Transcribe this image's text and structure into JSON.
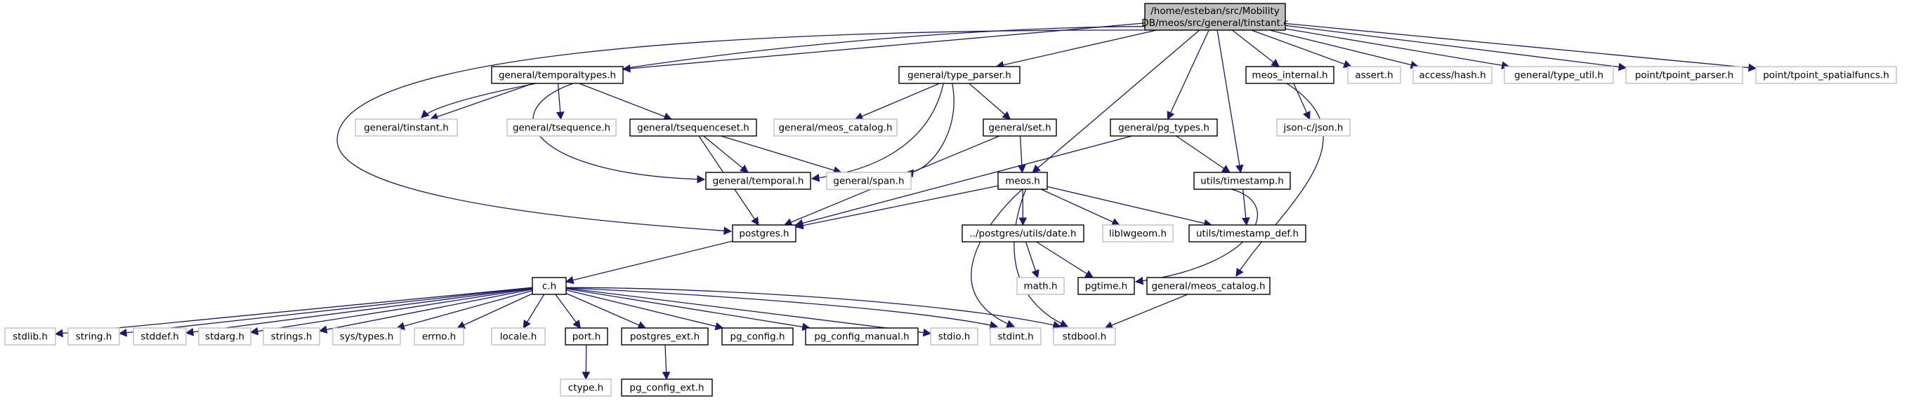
{
  "nodes": [
    {
      "id": "tinstant_c",
      "label_lines": [
        "/home/esteban/src/Mobility",
        "DB/meos/src/general/tinstant.c"
      ],
      "kind": "root"
    },
    {
      "id": "general_temporaltypes_h",
      "label_lines": [
        "general/temporaltypes.h"
      ],
      "kind": "documented"
    },
    {
      "id": "general_type_parser_h",
      "label_lines": [
        "general/type_parser.h"
      ],
      "kind": "documented"
    },
    {
      "id": "meos_internal_h",
      "label_lines": [
        "meos_internal.h"
      ],
      "kind": "documented"
    },
    {
      "id": "assert_h",
      "label_lines": [
        "assert.h"
      ],
      "kind": "external"
    },
    {
      "id": "access_hash_h",
      "label_lines": [
        "access/hash.h"
      ],
      "kind": "external"
    },
    {
      "id": "general_type_util_h",
      "label_lines": [
        "general/type_util.h"
      ],
      "kind": "external"
    },
    {
      "id": "point_tpoint_parser_h",
      "label_lines": [
        "point/tpoint_parser.h"
      ],
      "kind": "external"
    },
    {
      "id": "point_tpoint_spatialfuncs_h",
      "label_lines": [
        "point/tpoint_spatialfuncs.h"
      ],
      "kind": "external"
    },
    {
      "id": "general_tinstant_h",
      "label_lines": [
        "general/tinstant.h"
      ],
      "kind": "external"
    },
    {
      "id": "general_tsequence_h",
      "label_lines": [
        "general/tsequence.h"
      ],
      "kind": "external"
    },
    {
      "id": "general_tsequenceset_h",
      "label_lines": [
        "general/tsequenceset.h"
      ],
      "kind": "documented"
    },
    {
      "id": "general_meos_catalog_h_ext",
      "label_lines": [
        "general/meos_catalog.h"
      ],
      "kind": "external"
    },
    {
      "id": "general_set_h",
      "label_lines": [
        "general/set.h"
      ],
      "kind": "documented"
    },
    {
      "id": "general_pg_types_h",
      "label_lines": [
        "general/pg_types.h"
      ],
      "kind": "documented"
    },
    {
      "id": "json_c_json_h",
      "label_lines": [
        "json-c/json.h"
      ],
      "kind": "external"
    },
    {
      "id": "general_temporal_h",
      "label_lines": [
        "general/temporal.h"
      ],
      "kind": "documented"
    },
    {
      "id": "general_span_h",
      "label_lines": [
        "general/span.h"
      ],
      "kind": "external"
    },
    {
      "id": "meos_h",
      "label_lines": [
        "meos.h"
      ],
      "kind": "documented"
    },
    {
      "id": "utils_timestamp_h",
      "label_lines": [
        "utils/timestamp.h"
      ],
      "kind": "documented"
    },
    {
      "id": "postgres_h",
      "label_lines": [
        "postgres.h"
      ],
      "kind": "documented"
    },
    {
      "id": "postgres_utils_date_h",
      "label_lines": [
        "../postgres/utils/date.h"
      ],
      "kind": "documented"
    },
    {
      "id": "liblwgeom_h",
      "label_lines": [
        "liblwgeom.h"
      ],
      "kind": "external"
    },
    {
      "id": "utils_timestamp_def_h",
      "label_lines": [
        "utils/timestamp_def.h"
      ],
      "kind": "documented"
    },
    {
      "id": "math_h",
      "label_lines": [
        "math.h"
      ],
      "kind": "external"
    },
    {
      "id": "pgtime_h",
      "label_lines": [
        "pgtime.h"
      ],
      "kind": "documented"
    },
    {
      "id": "general_meos_catalog_h",
      "label_lines": [
        "general/meos_catalog.h"
      ],
      "kind": "documented"
    },
    {
      "id": "c_h",
      "label_lines": [
        "c.h"
      ],
      "kind": "documented"
    },
    {
      "id": "stdlib_h",
      "label_lines": [
        "stdlib.h"
      ],
      "kind": "external"
    },
    {
      "id": "string_h",
      "label_lines": [
        "string.h"
      ],
      "kind": "external"
    },
    {
      "id": "stddef_h",
      "label_lines": [
        "stddef.h"
      ],
      "kind": "external"
    },
    {
      "id": "stdarg_h",
      "label_lines": [
        "stdarg.h"
      ],
      "kind": "external"
    },
    {
      "id": "strings_h",
      "label_lines": [
        "strings.h"
      ],
      "kind": "external"
    },
    {
      "id": "sys_types_h",
      "label_lines": [
        "sys/types.h"
      ],
      "kind": "external"
    },
    {
      "id": "errno_h",
      "label_lines": [
        "errno.h"
      ],
      "kind": "external"
    },
    {
      "id": "locale_h",
      "label_lines": [
        "locale.h"
      ],
      "kind": "external"
    },
    {
      "id": "port_h",
      "label_lines": [
        "port.h"
      ],
      "kind": "documented"
    },
    {
      "id": "postgres_ext_h",
      "label_lines": [
        "postgres_ext.h"
      ],
      "kind": "documented"
    },
    {
      "id": "pg_config_h",
      "label_lines": [
        "pg_config.h"
      ],
      "kind": "documented"
    },
    {
      "id": "pg_config_manual_h",
      "label_lines": [
        "pg_config_manual.h"
      ],
      "kind": "documented"
    },
    {
      "id": "stdio_h",
      "label_lines": [
        "stdio.h"
      ],
      "kind": "external"
    },
    {
      "id": "stdint_h",
      "label_lines": [
        "stdint.h"
      ],
      "kind": "external"
    },
    {
      "id": "stdbool_h",
      "label_lines": [
        "stdbool.h"
      ],
      "kind": "external"
    },
    {
      "id": "ctype_h",
      "label_lines": [
        "ctype.h"
      ],
      "kind": "external"
    },
    {
      "id": "pg_config_ext_h",
      "label_lines": [
        "pg_config_ext.h"
      ],
      "kind": "documented"
    }
  ],
  "edges": [
    {
      "from": "tinstant_c",
      "to": "general_temporaltypes_h"
    },
    {
      "from": "tinstant_c",
      "to": "general_type_parser_h"
    },
    {
      "from": "tinstant_c",
      "to": "meos_internal_h"
    },
    {
      "from": "tinstant_c",
      "to": "assert_h"
    },
    {
      "from": "tinstant_c",
      "to": "access_hash_h"
    },
    {
      "from": "tinstant_c",
      "to": "general_type_util_h"
    },
    {
      "from": "tinstant_c",
      "to": "point_tpoint_parser_h"
    },
    {
      "from": "tinstant_c",
      "to": "point_tpoint_spatialfuncs_h"
    },
    {
      "from": "tinstant_c",
      "to": "general_tinstant_h"
    },
    {
      "from": "tinstant_c",
      "to": "postgres_h"
    },
    {
      "from": "tinstant_c",
      "to": "meos_h"
    },
    {
      "from": "tinstant_c",
      "to": "general_pg_types_h"
    },
    {
      "from": "tinstant_c",
      "to": "utils_timestamp_h"
    },
    {
      "from": "general_temporaltypes_h",
      "to": "general_tinstant_h"
    },
    {
      "from": "general_temporaltypes_h",
      "to": "general_tsequence_h"
    },
    {
      "from": "general_temporaltypes_h",
      "to": "general_tsequenceset_h"
    },
    {
      "from": "general_temporaltypes_h",
      "to": "general_temporal_h"
    },
    {
      "from": "general_type_parser_h",
      "to": "general_meos_catalog_h_ext"
    },
    {
      "from": "general_type_parser_h",
      "to": "general_set_h"
    },
    {
      "from": "general_type_parser_h",
      "to": "general_temporal_h"
    },
    {
      "from": "general_type_parser_h",
      "to": "general_span_h"
    },
    {
      "from": "general_tsequenceset_h",
      "to": "general_temporal_h"
    },
    {
      "from": "general_tsequenceset_h",
      "to": "general_span_h"
    },
    {
      "from": "general_tsequenceset_h",
      "to": "postgres_h"
    },
    {
      "from": "general_set_h",
      "to": "meos_h"
    },
    {
      "from": "general_set_h",
      "to": "postgres_h"
    },
    {
      "from": "general_pg_types_h",
      "to": "utils_timestamp_h"
    },
    {
      "from": "general_pg_types_h",
      "to": "postgres_h"
    },
    {
      "from": "meos_internal_h",
      "to": "json_c_json_h"
    },
    {
      "from": "meos_internal_h",
      "to": "general_meos_catalog_h"
    },
    {
      "from": "meos_h",
      "to": "postgres_h"
    },
    {
      "from": "meos_h",
      "to": "postgres_utils_date_h"
    },
    {
      "from": "meos_h",
      "to": "liblwgeom_h"
    },
    {
      "from": "meos_h",
      "to": "utils_timestamp_def_h"
    },
    {
      "from": "meos_h",
      "to": "stdint_h"
    },
    {
      "from": "meos_h",
      "to": "stdbool_h"
    },
    {
      "from": "utils_timestamp_h",
      "to": "utils_timestamp_def_h"
    },
    {
      "from": "utils_timestamp_h",
      "to": "pgtime_h"
    },
    {
      "from": "postgres_utils_date_h",
      "to": "math_h"
    },
    {
      "from": "postgres_utils_date_h",
      "to": "pgtime_h"
    },
    {
      "from": "general_meos_catalog_h",
      "to": "stdbool_h"
    },
    {
      "from": "postgres_h",
      "to": "c_h"
    },
    {
      "from": "c_h",
      "to": "stdlib_h"
    },
    {
      "from": "c_h",
      "to": "string_h"
    },
    {
      "from": "c_h",
      "to": "stddef_h"
    },
    {
      "from": "c_h",
      "to": "stdarg_h"
    },
    {
      "from": "c_h",
      "to": "strings_h"
    },
    {
      "from": "c_h",
      "to": "sys_types_h"
    },
    {
      "from": "c_h",
      "to": "errno_h"
    },
    {
      "from": "c_h",
      "to": "locale_h"
    },
    {
      "from": "c_h",
      "to": "port_h"
    },
    {
      "from": "c_h",
      "to": "postgres_ext_h"
    },
    {
      "from": "c_h",
      "to": "pg_config_h"
    },
    {
      "from": "c_h",
      "to": "pg_config_manual_h"
    },
    {
      "from": "c_h",
      "to": "stdio_h"
    },
    {
      "from": "c_h",
      "to": "stdint_h"
    },
    {
      "from": "c_h",
      "to": "stdbool_h"
    },
    {
      "from": "port_h",
      "to": "ctype_h"
    },
    {
      "from": "postgres_ext_h",
      "to": "pg_config_ext_h"
    }
  ],
  "colors": {
    "edge": "#191970",
    "root_fill": "#bfbfbf",
    "root_stroke": "#000000",
    "documented_stroke": "#000000",
    "external_stroke": "#bfbfbf",
    "text": "#000000"
  }
}
